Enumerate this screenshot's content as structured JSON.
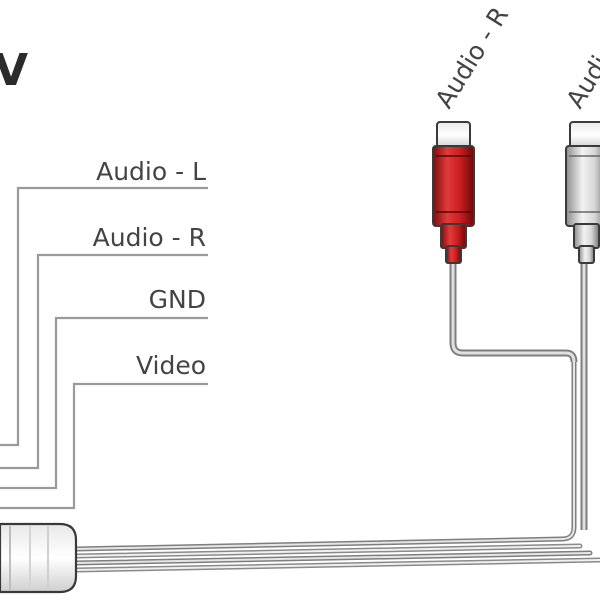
{
  "header": {
    "heading_fragment": "V"
  },
  "pin_labels": [
    {
      "id": "audio-l",
      "label": "Audio - L"
    },
    {
      "id": "audio-r",
      "label": "Audio - R"
    },
    {
      "id": "gnd",
      "label": "GND"
    },
    {
      "id": "video",
      "label": "Video"
    }
  ],
  "connectors": [
    {
      "id": "red-plug",
      "label": "Audio - R",
      "color": "#cc1f1f"
    },
    {
      "id": "white-plug",
      "label": "Audio - L",
      "color": "#e6e6e6"
    }
  ],
  "colors": {
    "wire": "#9a9a9a",
    "cable": "#b0b0b0",
    "plug_outline": "#3a3a3a"
  }
}
